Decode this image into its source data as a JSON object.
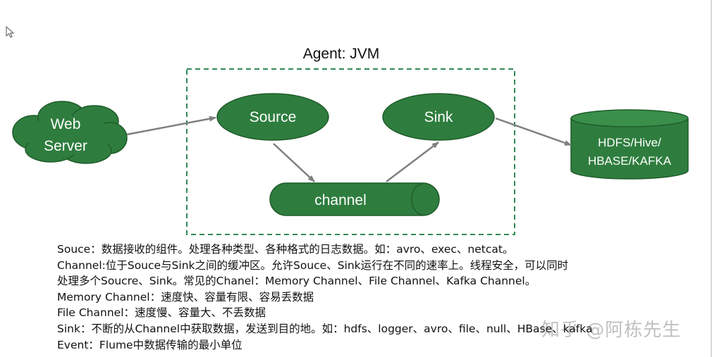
{
  "diagram": {
    "title": "Agent: JVM",
    "nodes": {
      "web_server": {
        "line1": "Web",
        "line2": "Server"
      },
      "source": "Source",
      "sink": "Sink",
      "channel": "channel",
      "storage": {
        "line1": "HDFS/Hive/",
        "line2": "HBASE/KAFKA"
      }
    },
    "colors": {
      "node_fill": "#2e7d3e",
      "node_stroke": "#1f5c2b",
      "boundary": "#2e8b57",
      "arrow": "#7f7f7f"
    }
  },
  "notes": [
    "Souce：数据接收的组件。处理各种类型、各种格式的日志数据。如：avro、exec、netcat。",
    "Channel:位于Souce与Sink之间的缓冲区。允许Souce、Sink运行在不同的速率上。线程安全，可以同时",
    "处理多个Soucre、Sink。常见的Chanel：Memory Channel、File Channel、Kafka Channel。",
    "Memory Channel：速度快、容量有限、容易丢数据",
    "File Channel：速度慢、容量大、不丢数据",
    "Sink：不断的从Channel中获取数据，发送到目的地。如：hdfs、logger、avro、file、null、HBase、kafka",
    "Event：Flume中数据传输的最小单位"
  ],
  "watermark": "知乎 @阿栋先生"
}
